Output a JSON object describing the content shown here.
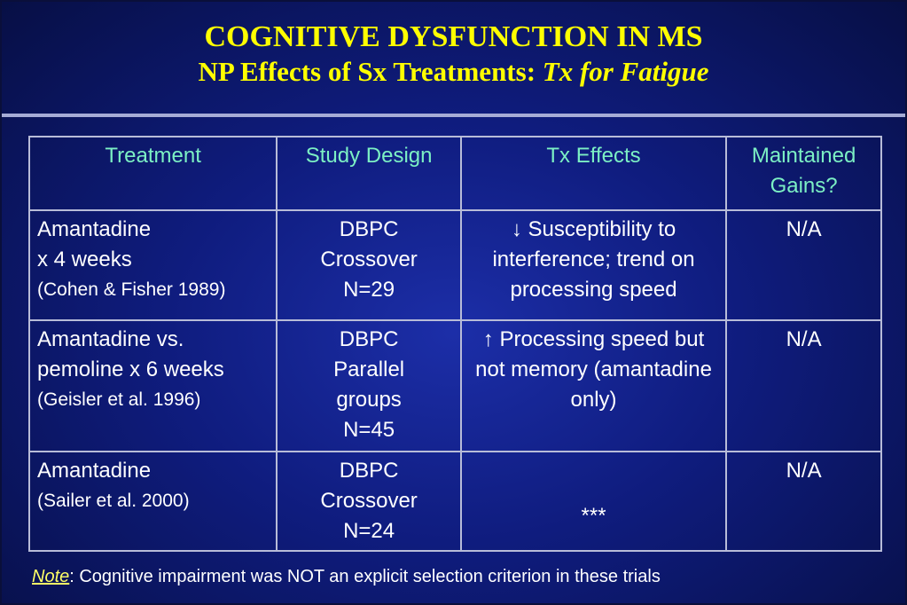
{
  "title": {
    "line1": "COGNITIVE DYSFUNCTION IN MS",
    "line2_main": "NP Effects of Sx Treatments:",
    "line2_italic": "Tx for Fatigue"
  },
  "table": {
    "headers": {
      "treatment": "Treatment",
      "study_design": "Study Design",
      "tx_effects": "Tx Effects",
      "maintained_gains_l1": "Maintained",
      "maintained_gains_l2": "Gains?"
    },
    "rows": [
      {
        "treatment_l1": "Amantadine",
        "treatment_l2": "x 4 weeks",
        "citation": "(Cohen & Fisher 1989)",
        "design_l1": "DBPC",
        "design_l2": "Crossover",
        "design_l3": "N=29",
        "effect_arrow": "↓",
        "effect_text": "Susceptibility to interference; trend on processing speed",
        "gains": "N/A"
      },
      {
        "treatment_l1": "Amantadine vs.",
        "treatment_l2": "pemoline x 6 weeks",
        "citation": "(Geisler et al. 1996)",
        "design_l1": "DBPC",
        "design_l2": "Parallel",
        "design_l3": "groups",
        "design_l4": "N=45",
        "effect_arrow": "↑",
        "effect_text": "Processing speed but not memory (amantadine only)",
        "gains": "N/A"
      },
      {
        "treatment_l1": "Amantadine",
        "citation": "(Sailer et al. 2000)",
        "design_l1": "DBPC",
        "design_l2": "Crossover",
        "design_l3": "N=24",
        "effect_text": "***",
        "gains": "N/A"
      }
    ]
  },
  "note": {
    "label": "Note",
    "text": ":  Cognitive impairment was NOT an explicit selection criterion in these trials"
  },
  "colors": {
    "title": "#ffff00",
    "header_text": "#7cf0c4",
    "background": "#1226a0",
    "grid": "#b8bcd8"
  }
}
